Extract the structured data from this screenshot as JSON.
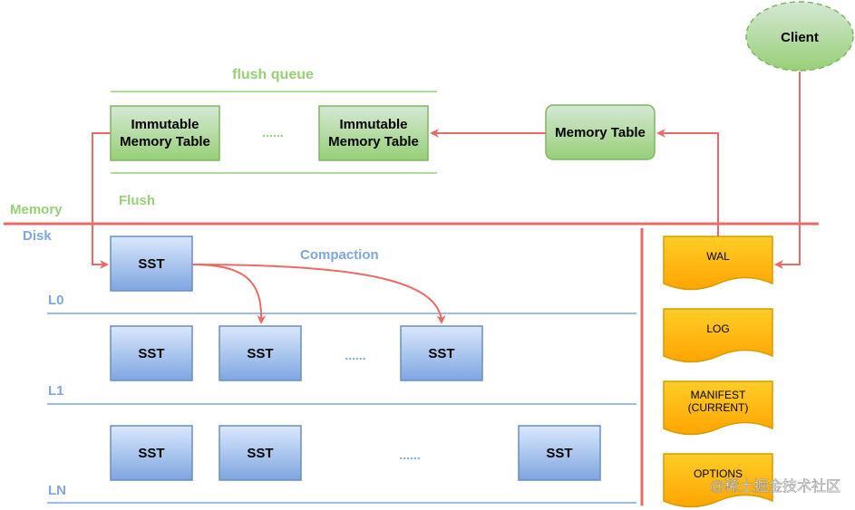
{
  "client": {
    "label": "Client"
  },
  "memtable": {
    "label": "Memory Table"
  },
  "flush_queue": {
    "title": "flush queue",
    "immutable_1": {
      "line1": "Immutable",
      "line2": "Memory Table"
    },
    "ellipsis": "......",
    "immutable_2": {
      "line1": "Immutable",
      "line2": "Memory Table"
    }
  },
  "labels": {
    "flush": "Flush",
    "memory": "Memory",
    "disk": "Disk",
    "compaction": "Compaction",
    "l0": "L0",
    "l1": "L1",
    "ln": "LN"
  },
  "sst": {
    "l0_1": "SST",
    "l1_1": "SST",
    "l1_2": "SST",
    "l1_ellipsis": "......",
    "l1_3": "SST",
    "ln_1": "SST",
    "ln_2": "SST",
    "ln_ellipsis": "......",
    "ln_3": "SST"
  },
  "files": {
    "wal": "WAL",
    "log": "LOG",
    "manifest_1": "MANIFEST",
    "manifest_2": "(CURRENT)",
    "options": "OPTIONS"
  },
  "watermark": "@稀土掘金技术社区",
  "colors": {
    "green_fill": "#d5e8d4",
    "green_stroke": "#82b366",
    "green_text": "#97d077",
    "blue_fill": "#dae8fc",
    "blue_stroke": "#6c8ebf",
    "blue_text": "#7ea6e0",
    "orange_fill": "#ffcd28",
    "orange_stroke": "#d79b00",
    "red": "#ea6b66"
  }
}
